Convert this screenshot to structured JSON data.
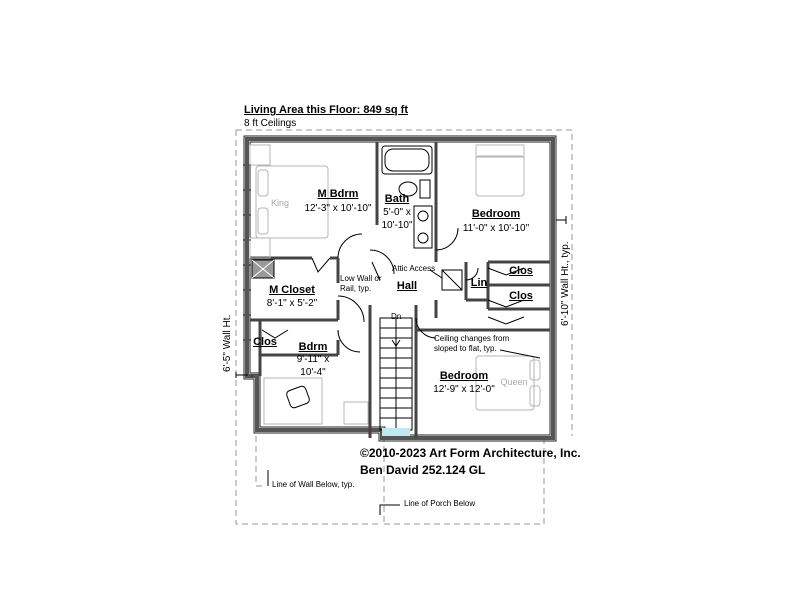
{
  "header": {
    "living_area": "Living Area this Floor: 849 sq ft",
    "ceilings": "8 ft Ceilings"
  },
  "rooms": {
    "master_bedroom": {
      "name": "M Bdrm",
      "size": "12'-3\" x 10'-10\"",
      "bed_label": "King"
    },
    "bath": {
      "name": "Bath",
      "size_line1": "5'-0\" x",
      "size_line2": "10'-10\""
    },
    "bedroom_ne": {
      "name": "Bedroom",
      "size": "11'-0\" x 10'-10\""
    },
    "master_closet": {
      "name": "M Closet",
      "size": "8'-1\" x 5'-2\""
    },
    "hall": {
      "name": "Hall"
    },
    "linen": {
      "name": "Lin"
    },
    "closet_1": {
      "name": "Clos"
    },
    "closet_2": {
      "name": "Clos"
    },
    "closet_3": {
      "name": "Clos"
    },
    "bedroom_sw": {
      "name": "Bdrm",
      "size_line1": "9'-11\" x",
      "size_line2": "10'-4\""
    },
    "bedroom_se": {
      "name": "Bedroom",
      "size": "12'-9\" x 12'-0\"",
      "bed_label": "Queen"
    }
  },
  "notes": {
    "attic_access": "Attic Access",
    "low_wall_line1": "Low Wall or",
    "low_wall_line2": "Rail, typ.",
    "stair_down": "Dn",
    "ceiling_line1": "Ceiling changes from",
    "ceiling_line2": "sloped to flat, typ.",
    "wall_ht_left": "6'-5\" Wall Ht.",
    "wall_ht_right": "6'-10\" Wall Ht., typ.",
    "wall_below": "Line of Wall Below, typ.",
    "porch_below": "Line of Porch Below"
  },
  "copyright": {
    "line1": "©2010-2023 Art Form Architecture, Inc.",
    "line2": "Ben David 252.124 GL"
  },
  "colors": {
    "wall": "#555555",
    "line": "#000000",
    "fixture": "#b4b4b4",
    "ghost": "#c8c8c8"
  }
}
